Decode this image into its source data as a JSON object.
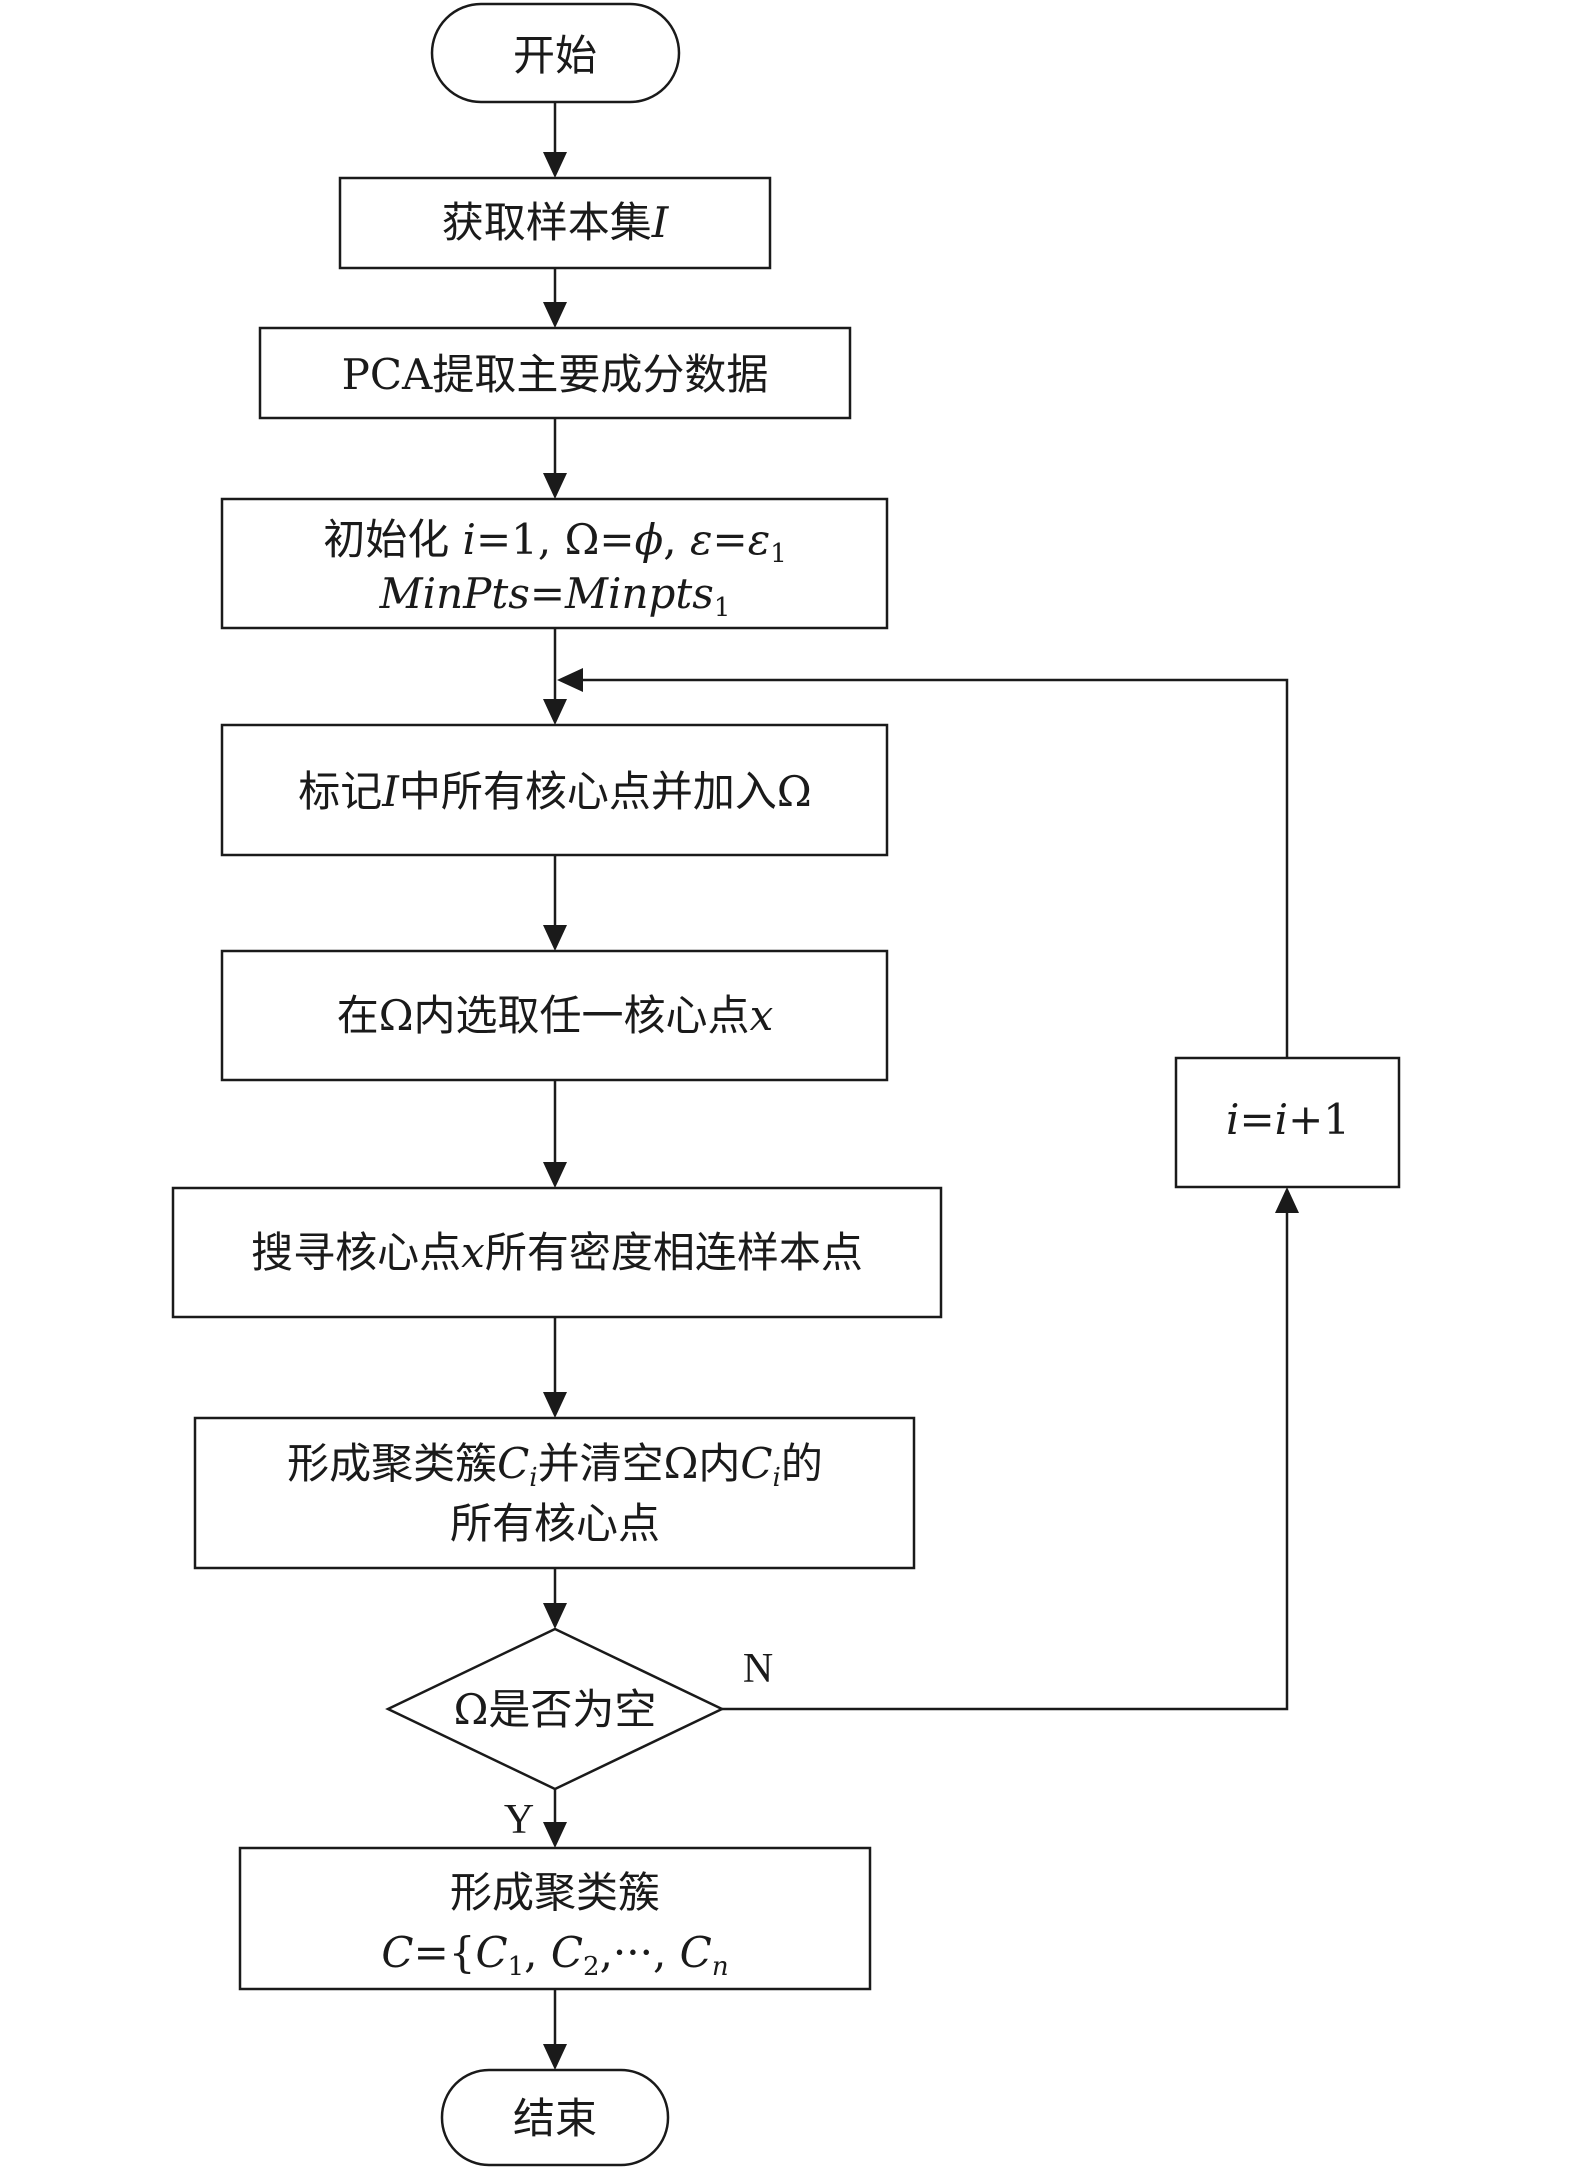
{
  "flowchart": {
    "start": "开始",
    "get_samples": {
      "text": "获取样本集",
      "var": "I"
    },
    "pca": "PCA提取主要成分数据",
    "init": {
      "prefix": "初始化 ",
      "i": "i",
      "eq1": "=1, Ω=",
      "phi": "ϕ",
      "comma": ", ",
      "eps": "ε",
      "eq2": "=",
      "eps1": "ε",
      "sub1": "1",
      "minpts_lhs": "MinPts",
      "eq3": "=",
      "minpts_rhs": "Minpts",
      "sub2": "1"
    },
    "mark": {
      "pre": "标记",
      "var": "I",
      "post": "中所有核心点并加入Ω"
    },
    "select": {
      "text": "在Ω内选取任一核心点",
      "var": "x"
    },
    "search": {
      "pre": "搜寻核心点",
      "var": "x",
      "post": "所有密度相连样本点"
    },
    "form": {
      "pre": "形成聚类簇",
      "c1": "C",
      "s1": "i",
      "mid": "并清空Ω内",
      "c2": "C",
      "s2": "i",
      "post": "的",
      "line2": "所有核心点"
    },
    "decision": "Ω是否为空",
    "yes_label": "Y",
    "no_label": "N",
    "increment": {
      "i1": "i",
      "eq": "=",
      "i2": "i",
      "plus": "+1"
    },
    "result": {
      "line1": "形成聚类簇",
      "c": "C",
      "eq": "={",
      "c1": "C",
      "n1": "1",
      "sep1": ", ",
      "c2": "C",
      "n2": "2",
      "sep2": ",···, ",
      "cn": "C",
      "nn": "n"
    },
    "end": "结束"
  }
}
